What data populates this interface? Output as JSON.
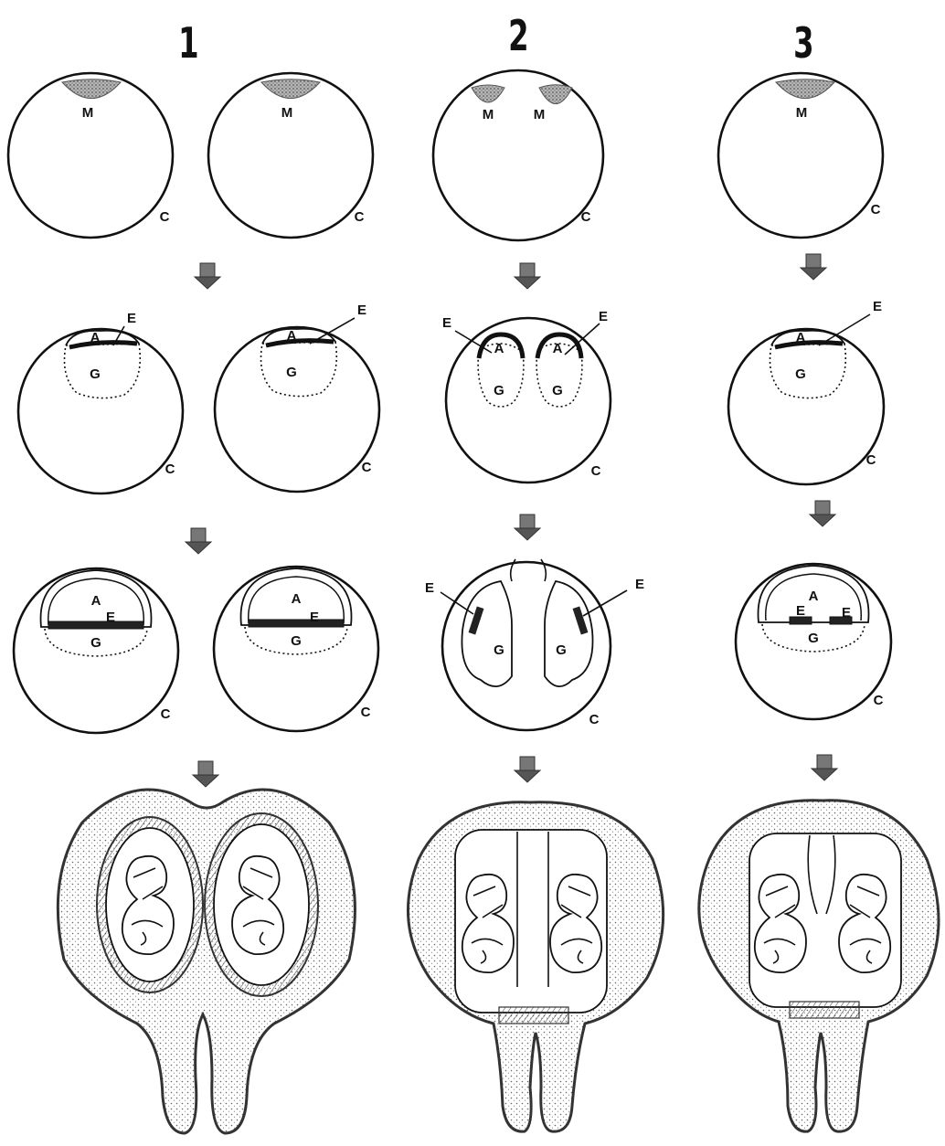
{
  "columns": [
    {
      "number": "1"
    },
    {
      "number": "2"
    },
    {
      "number": "3"
    }
  ],
  "labels": {
    "morula": "M",
    "chorion": "C",
    "embryo": "E",
    "amnion": "A",
    "gut": "G"
  },
  "colors": {
    "line": "#111111",
    "uterine_tissue": "#8a8a8a",
    "background": "#ffffff"
  }
}
